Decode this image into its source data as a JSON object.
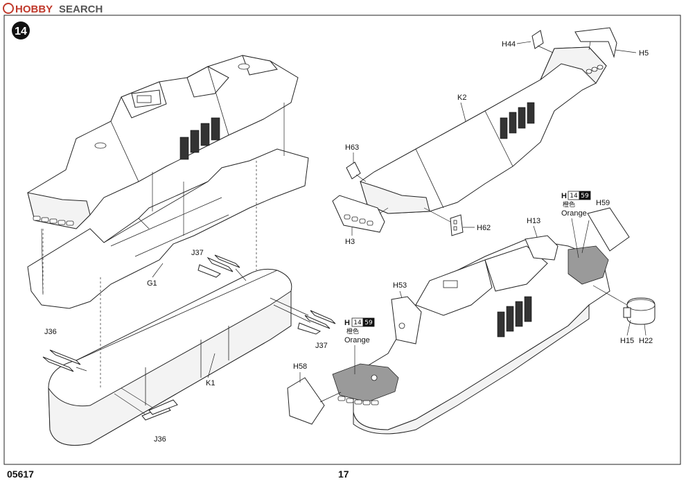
{
  "watermark": {
    "brand": "HOBBY",
    "suffix": "SEARCH",
    "brand_color": "#c0392b",
    "suffix_color": "#555555"
  },
  "step_number": "14",
  "callouts": {
    "g1": "G1",
    "k1": "K1",
    "k2": "K2",
    "j37_top": "J37",
    "j37_right": "J37",
    "j36_left": "J36",
    "j36_bottom": "J36",
    "h44": "H44",
    "h5": "H5",
    "h63": "H63",
    "h3": "H3",
    "h62": "H62",
    "h13": "H13",
    "h53": "H53",
    "h58": "H58",
    "h59": "H59",
    "h15": "H15",
    "h22": "H22"
  },
  "color_note_right": {
    "part": "H",
    "num1": "14",
    "num2": "59",
    "jp": "橙色",
    "en": "Orange"
  },
  "color_note_left": {
    "part": "H",
    "num1": "14",
    "num2": "59",
    "jp": "橙色",
    "en": "Orange"
  },
  "footer": {
    "product_code": "05617",
    "page_number": "17"
  }
}
